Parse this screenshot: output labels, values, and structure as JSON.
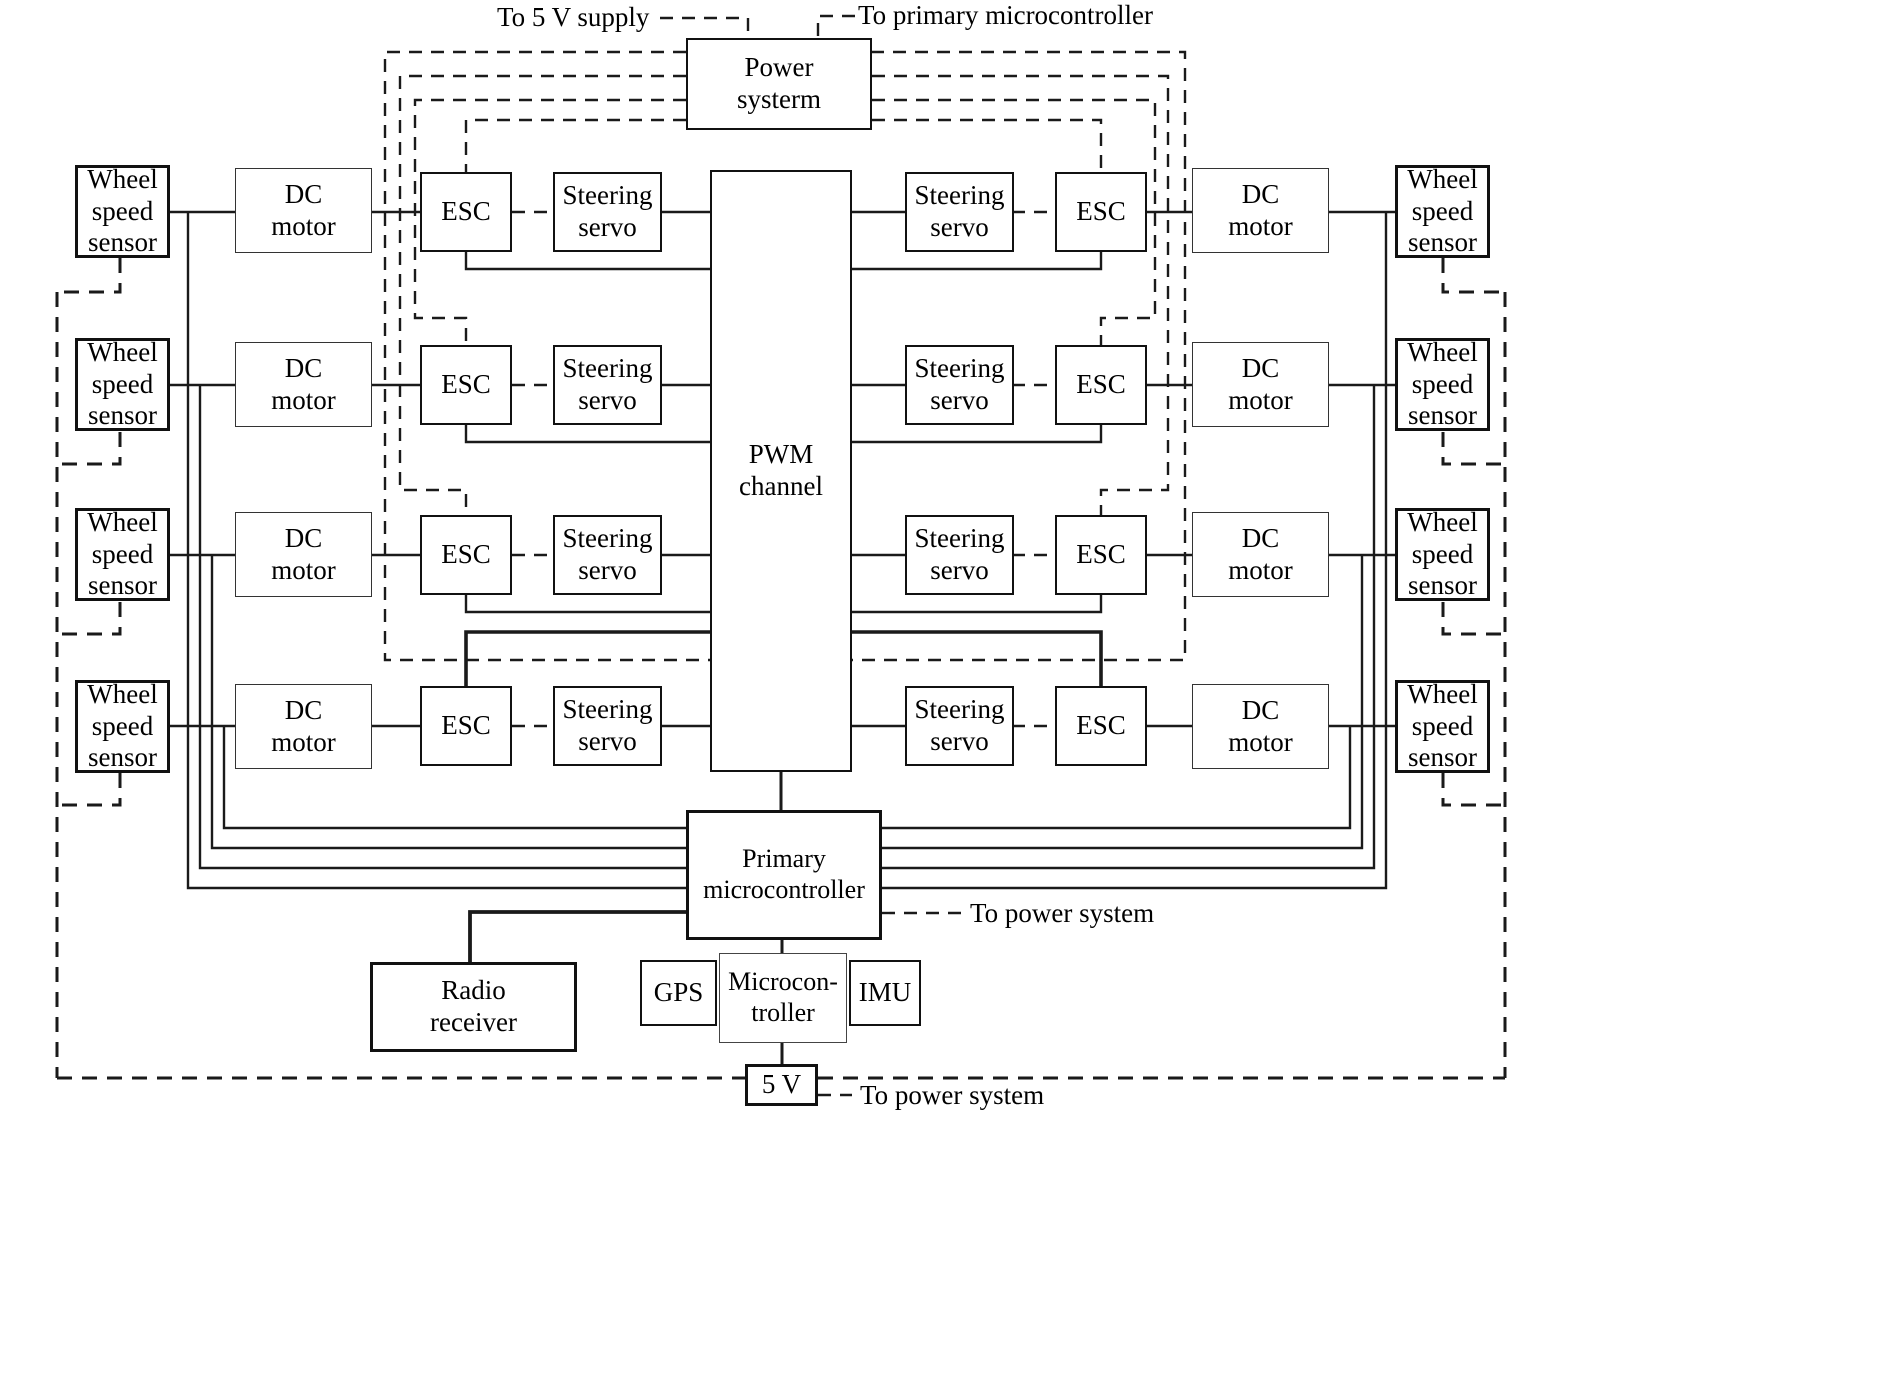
{
  "diagram": {
    "labels": {
      "wheel_speed_sensor": "Wheel\nspeed\nsensor",
      "dc_motor": "DC\nmotor",
      "esc": "ESC",
      "steering_servo": "Steering\nservo",
      "pwm_channel": "PWM\nchannel",
      "power_system": "Power\nsysterm",
      "primary_microcontroller": "Primary\nmicrocontroller",
      "radio_receiver": "Radio\nreceiver",
      "gps": "GPS",
      "microcontroller": "Microcon-\ntroller",
      "imu": "IMU",
      "five_v": "5 V"
    },
    "annotations": {
      "to_5v_supply": "To 5 V supply",
      "to_primary_microcontroller": "To primary microcontroller",
      "to_power_system_right": "To power system",
      "to_power_system_bottom": "To power system"
    },
    "colors": {
      "line": "#1a1a1a",
      "background": "#ffffff",
      "text": "#000000"
    }
  }
}
